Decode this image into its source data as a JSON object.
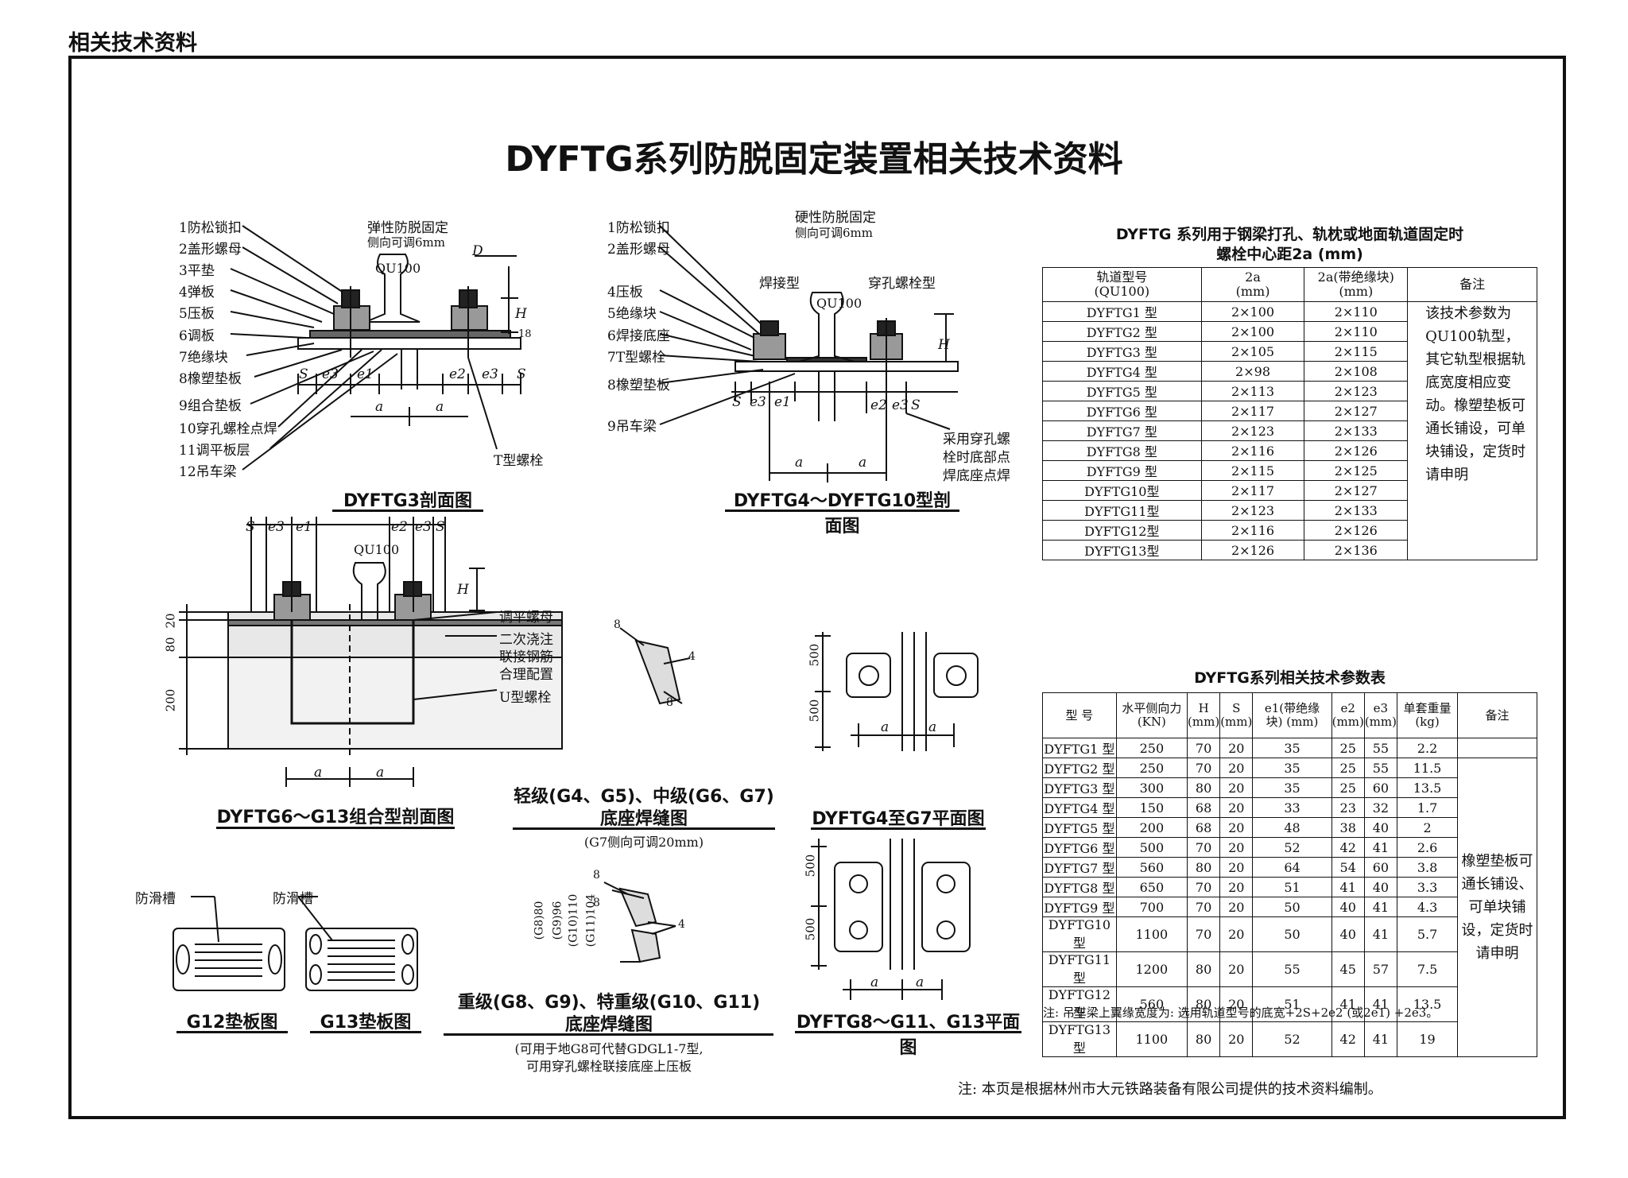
{
  "header": "相关技术资料",
  "title": "DYFTG系列防脱固定装置相关技术资料",
  "fig_g3": {
    "parts": [
      "1防松锁扣",
      "2盖形螺母",
      "3平垫",
      "4弹板",
      "5压板",
      "6调板",
      "7绝缘块",
      "8橡塑垫板",
      "9组合垫板",
      "10穿孔螺栓点焊",
      "11调平板层",
      "12吊车梁"
    ],
    "top_note_1": "弹性防脱固定",
    "top_note_2": "侧向可调6mm",
    "rail": "QU100",
    "dim_d": "D",
    "dim_h": "H",
    "dim_18": "18",
    "dims_left": [
      "S",
      "e3",
      "e1"
    ],
    "dims_right": [
      "e2",
      "e3",
      "S"
    ],
    "dim_a": "a",
    "t_bolt": "T型螺栓",
    "caption": "DYFTG3剖面图"
  },
  "fig_g4": {
    "parts": [
      "1防松锁扣",
      "2盖形螺母",
      "4压板",
      "5绝缘块",
      "6焊接底座",
      "7T型螺栓",
      "8橡塑垫板",
      "9吊车梁"
    ],
    "top_note_1": "硬性防脱固定",
    "top_note_2": "侧向可调6mm",
    "weld_type": "焊接型",
    "bolt_type": "穿孔螺栓型",
    "rail": "QU100",
    "dim_h": "H",
    "dims_left": [
      "S",
      "e3",
      "e1"
    ],
    "dims_right": [
      "e2",
      "e3",
      "S"
    ],
    "dim_a": "a",
    "note_1": "采用穿孔螺",
    "note_2": "栓时底部点",
    "note_3": "焊底座点焊",
    "caption": "DYFTG4～DYFTG10型剖面图"
  },
  "fig_g6": {
    "dims_top": [
      "S",
      "e3",
      "e1",
      "e2",
      "e3",
      "S"
    ],
    "rail": "QU100",
    "dim_h": "H",
    "dims_vert": [
      "20",
      "80",
      "200"
    ],
    "labels": [
      "调平螺母",
      "二次浇注",
      "联接钢筋",
      "合理配置",
      "U型螺栓"
    ],
    "dim_a": "a",
    "caption": "DYFTG6～G13组合型剖面图"
  },
  "weld_light": {
    "marks": [
      "8",
      "4",
      "8"
    ],
    "caption_1": "轻级(G4、G5)、中级(G6、G7)",
    "caption_2": "底座焊缝图",
    "sub": "(G7侧向可调20mm)"
  },
  "plan_g4": {
    "dims": [
      "500",
      "500"
    ],
    "dim_a": "a",
    "caption": "DYFTG4至G7平面图"
  },
  "pads": {
    "groove": "防滑槽",
    "g12": "G12垫板图",
    "g13": "G13垫板图"
  },
  "weld_heavy": {
    "marks": [
      "8",
      "4",
      "8"
    ],
    "side_labels": [
      "(G8)80",
      "(G9)96",
      "(G10)110",
      "(G11)104"
    ],
    "caption_1": "重级(G8、G9)、特重级(G10、G11)",
    "caption_2": "底座焊缝图",
    "sub_1": "(可用于地G8可代替GDGL1-7型,",
    "sub_2": "可用穿孔螺栓联接底座上压板"
  },
  "plan_g8": {
    "dims": [
      "500",
      "500"
    ],
    "dim_a": "a",
    "caption": "DYFTG8～G11、G13平面图"
  },
  "table1": {
    "caption_1": "DYFTG 系列用于钢梁打孔、轨枕或地面轨道固定时",
    "caption_2": "螺栓中心距2a (mm)",
    "head": [
      [
        "轨道型号",
        "(QU100)"
      ],
      [
        "2a",
        "(mm)"
      ],
      [
        "2a(带绝缘块)",
        "(mm)"
      ],
      [
        "备注"
      ]
    ],
    "rows": [
      [
        "DYFTG1 型",
        "2×100",
        "2×110"
      ],
      [
        "DYFTG2 型",
        "2×100",
        "2×110"
      ],
      [
        "DYFTG3 型",
        "2×105",
        "2×115"
      ],
      [
        "DYFTG4 型",
        "2×98",
        "2×108"
      ],
      [
        "DYFTG5 型",
        "2×113",
        "2×123"
      ],
      [
        "DYFTG6 型",
        "2×117",
        "2×127"
      ],
      [
        "DYFTG7 型",
        "2×123",
        "2×133"
      ],
      [
        "DYFTG8 型",
        "2×116",
        "2×126"
      ],
      [
        "DYFTG9 型",
        "2×115",
        "2×125"
      ],
      [
        "DYFTG10型",
        "2×117",
        "2×127"
      ],
      [
        "DYFTG11型",
        "2×123",
        "2×133"
      ],
      [
        "DYFTG12型",
        "2×116",
        "2×126"
      ],
      [
        "DYFTG13型",
        "2×126",
        "2×136"
      ]
    ],
    "note": "该技术参数为QU100轨型，其它轨型根据轨底宽度相应变动。橡塑垫板可通长铺设，可单块铺设，定货时请申明"
  },
  "table2": {
    "caption": "DYFTG系列相关技术参数表",
    "head": [
      [
        "型 号"
      ],
      [
        "水平侧向力",
        "(KN)"
      ],
      [
        "H",
        "(mm)"
      ],
      [
        "S",
        "(mm)"
      ],
      [
        "e1(带绝缘",
        "块) (mm)"
      ],
      [
        "e2",
        "(mm)"
      ],
      [
        "e3",
        "(mm)"
      ],
      [
        "单套重量",
        "(kg)"
      ],
      [
        "备注"
      ]
    ],
    "rows": [
      [
        "DYFTG1 型",
        "250",
        "70",
        "20",
        "35",
        "25",
        "55",
        "2.2"
      ],
      [
        "DYFTG2 型",
        "250",
        "70",
        "20",
        "35",
        "25",
        "55",
        "11.5"
      ],
      [
        "DYFTG3 型",
        "300",
        "80",
        "20",
        "35",
        "25",
        "60",
        "13.5"
      ],
      [
        "DYFTG4 型",
        "150",
        "68",
        "20",
        "33",
        "23",
        "32",
        "1.7"
      ],
      [
        "DYFTG5 型",
        "200",
        "68",
        "20",
        "48",
        "38",
        "40",
        "2"
      ],
      [
        "DYFTG6 型",
        "500",
        "70",
        "20",
        "52",
        "42",
        "41",
        "2.6"
      ],
      [
        "DYFTG7 型",
        "560",
        "80",
        "20",
        "64",
        "54",
        "60",
        "3.8"
      ],
      [
        "DYFTG8 型",
        "650",
        "70",
        "20",
        "51",
        "41",
        "40",
        "3.3"
      ],
      [
        "DYFTG9 型",
        "700",
        "70",
        "20",
        "50",
        "40",
        "41",
        "4.3"
      ],
      [
        "DYFTG10型",
        "1100",
        "70",
        "20",
        "50",
        "40",
        "41",
        "5.7"
      ],
      [
        "DYFTG11型",
        "1200",
        "80",
        "20",
        "55",
        "45",
        "57",
        "7.5"
      ],
      [
        "DYFTG12型",
        "560",
        "80",
        "20",
        "51",
        "41",
        "41",
        "13.5"
      ],
      [
        "DYFTG13型",
        "1100",
        "80",
        "20",
        "52",
        "42",
        "41",
        "19"
      ]
    ],
    "note": "橡塑垫板可通长铺设、可单块铺设，定货时请申明",
    "footnote": "注: 吊车梁上翼缘宽度为: 选用轨道型号的底宽+2S+2e2 (或2e1) +2e3。"
  },
  "page_note": "注: 本页是根据林州市大元铁路装备有限公司提供的技术资料编制。"
}
